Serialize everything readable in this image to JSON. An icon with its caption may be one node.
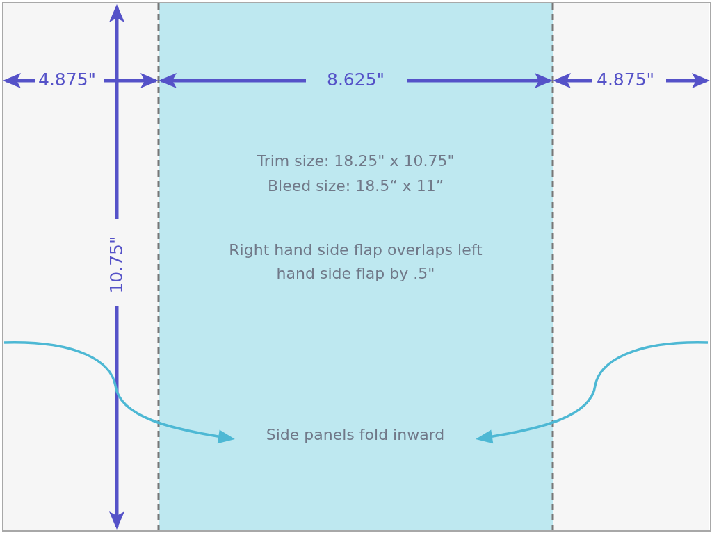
{
  "diagram": {
    "nodes": [
      {
        "text": [],
        "shape": "box"
      },
      {
        "text": [
          "Trim size: 18.25\" x 10.75\"",
          "Bleed size: 18.5“ x 11”",
          "Right hand side flap overlaps left hand side flap by .5\""
        ]
      },
      {
        "text": [],
        "shape": "box"
      },
      {
        "text": [
          "Side panels fold inward"
        ],
        "in": 1
      }
    ],
    "edges": [
      {
        "from": 0,
        "to": 3,
        "arrow": "to"
      },
      {
        "from": 2,
        "to": 3,
        "arrow": "to"
      }
    ],
    "labels": [
      "4.875\"",
      "8.625\"",
      "4.875\"",
      "10.75\""
    ]
  }
}
